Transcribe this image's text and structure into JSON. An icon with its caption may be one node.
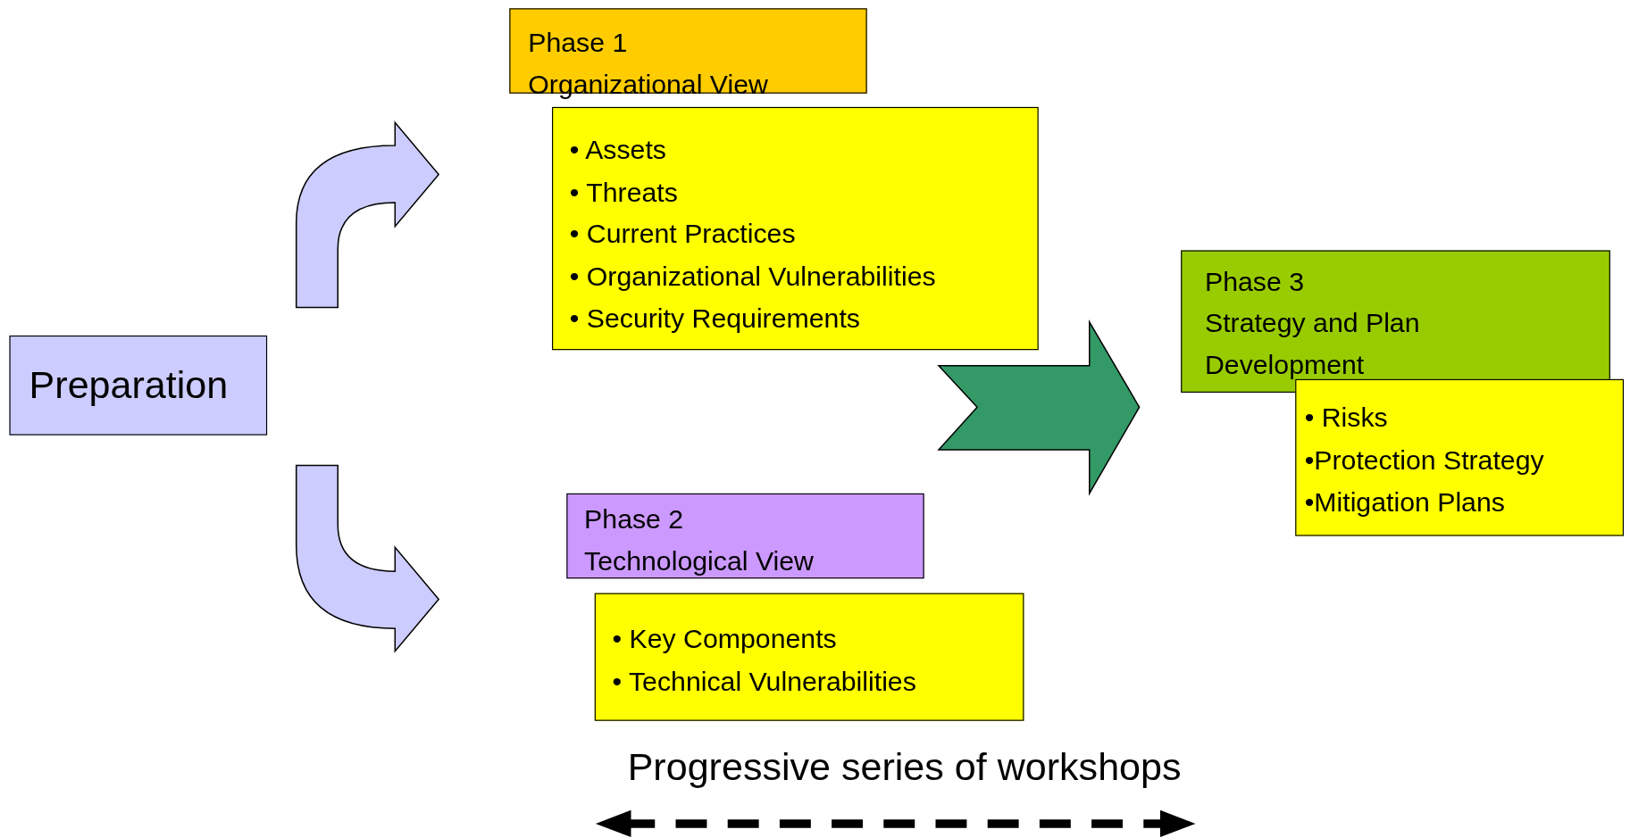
{
  "diagram": {
    "nodes": [
      {
        "text": [
          "Preparation"
        ]
      },
      {
        "text": [
          "Phase 1",
          "Organizational View"
        ]
      },
      {
        "text": [
          "• Assets",
          "• Threats",
          "• Current Practices",
          "• Organizational Vulnerabilities",
          "• Security Requirements"
        ]
      },
      {
        "text": [
          "Phase 2",
          "Technological View"
        ]
      },
      {
        "text": [
          "• Key Components",
          "• Technical Vulnerabilities"
        ]
      },
      {
        "text": [
          "Phase 3",
          "Strategy and Plan Development"
        ]
      },
      {
        "text": [
          "• Risks",
          "•Protection Strategy",
          "•Mitigation Plans"
        ]
      }
    ],
    "edges": [
      {
        "from": 0,
        "to": 1,
        "arrow": "to"
      },
      {
        "from": 0,
        "to": 3,
        "arrow": "to"
      },
      {
        "from": null,
        "to": 5,
        "arrow": "to",
        "color": "#339966"
      }
    ],
    "labels": [
      "Progressive series of workshops"
    ]
  }
}
